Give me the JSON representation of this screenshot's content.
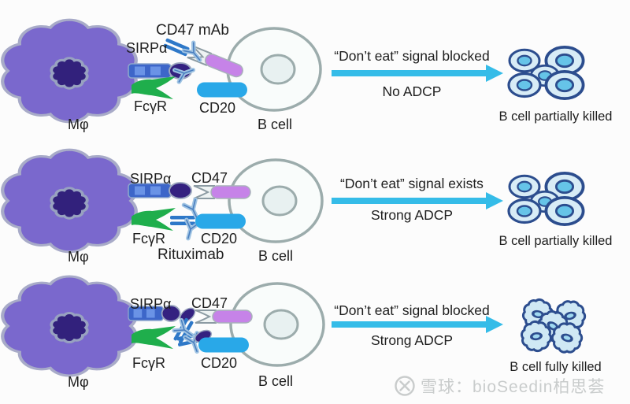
{
  "figure": {
    "topic": "Macrophage ADCP of B cells via CD47/SIRPa and CD20/FcgR"
  },
  "rows": [
    {
      "antibody_label": "CD47 mAb",
      "sirpa": "SIRPα",
      "fcgr": "FcγR",
      "cd20": "CD20",
      "mphi": "Mφ",
      "bcell": "B cell",
      "signal": "“Don’t eat” signal blocked",
      "adcp": "No ADCP",
      "result": "B cell partially killed"
    },
    {
      "antibody_label": "Rituximab",
      "sirpa": "SIRPα",
      "cd47": "CD47",
      "fcgr": "FcγR",
      "cd20": "CD20",
      "mphi": "Mφ",
      "bcell": "B cell",
      "signal": "“Don’t eat” signal exists",
      "adcp": "Strong ADCP",
      "result": "B cell partially killed"
    },
    {
      "antibody_label": "",
      "sirpa": "SIRPα",
      "cd47": "CD47",
      "fcgr": "FcγR",
      "cd20": "CD20",
      "mphi": "Mφ",
      "bcell": "B cell",
      "signal": "“Don’t eat” signal blocked",
      "adcp": "Strong ADCP",
      "result": "B cell fully killed"
    }
  ],
  "watermark": {
    "brand": "雪球：bioSeedin柏思荟"
  },
  "colors": {
    "macrophage": "#7a68cd",
    "macrophage_outline": "#a8abc8",
    "macrophage_nucleus": "#32217c",
    "bcell_fill": "#f9fcfb",
    "bcell_outline": "#9cacac",
    "bcell_nucleus": "#e8f1f1",
    "sirpa_rod": "#3d66c9",
    "sirpa_segment": "#6a93e6",
    "sirpa_cap": "#342180",
    "fcgr_green": "#1fae4c",
    "cd47_violet": "#c683e8",
    "cd20_blue": "#29a8e8",
    "arrow_cyan": "#35bce8",
    "antibody_light": "#dceaf6",
    "antibody_stroke": "#4a7fc0",
    "cell_cluster_fill": "#d8ecf6",
    "cell_cluster_outline": "#2c4d8e",
    "cell_cluster_nucleus": "#66c4e8",
    "text": "#1e1e1e",
    "watermark_gray": "#c9cccc"
  }
}
